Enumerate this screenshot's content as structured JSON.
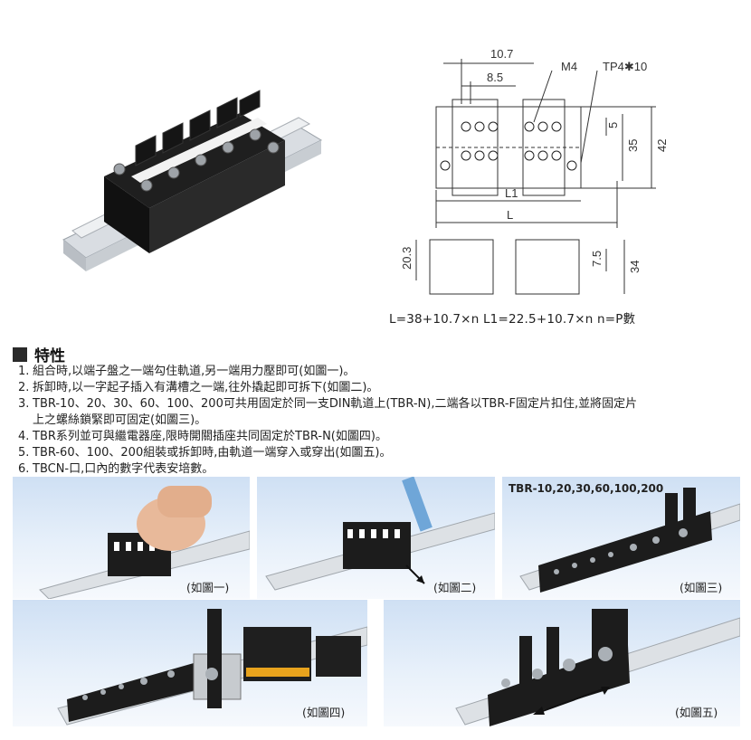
{
  "drawing": {
    "dim_10_7": "10.7",
    "dim_8_5": "8.5",
    "label_m4": "M4",
    "label_tp": "TP4✱10",
    "dim_5": "5",
    "dim_35": "35",
    "dim_42": "42",
    "dim_l1": "L1",
    "dim_l": "L",
    "dim_20_3": "20.3",
    "dim_7_5": "7.5",
    "dim_34": "34"
  },
  "formula": "L=38+10.7×n   L1=22.5+10.7×n   n=P數",
  "section_title": "特性",
  "features": [
    {
      "num": "1.",
      "text": "組合時,以端子盤之一端勾住軌道,另一端用力壓即可(如圖一)。"
    },
    {
      "num": "2.",
      "text": "拆卸時,以一字起子插入有溝槽之一端,往外撬起即可拆下(如圖二)。"
    },
    {
      "num": "3.",
      "text": "TBR-10、20、30、60、100、200可共用固定於同一支DIN軌道上(TBR-N),二端各以TBR-F固定片扣住,並將固定片",
      "cont": "上之螺絲鎖緊即可固定(如圖三)。"
    },
    {
      "num": "4.",
      "text": "TBR系列並可與繼電器座,限時開關插座共同固定於TBR-N(如圖四)。"
    },
    {
      "num": "5.",
      "text": "TBR-60、100、200組裝或拆卸時,由軌道一端穿入或穿出(如圖五)。"
    },
    {
      "num": "6.",
      "text": "TBCN-口,口內的數字代表安培數。"
    }
  ],
  "photos": {
    "p1_caption": "(如圖一)",
    "p2_caption": "(如圖二)",
    "p3_title": "TBR-10,20,30,60,100,200",
    "p3_caption": "(如圖三)",
    "p4_caption": "(如圖四)",
    "p5_caption": "(如圖五)"
  }
}
